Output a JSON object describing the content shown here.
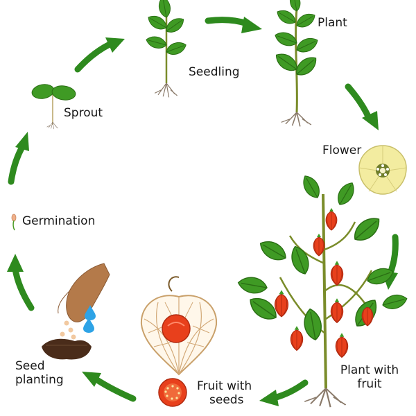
{
  "stages": {
    "seedling": "Seedling",
    "plant": "Plant",
    "flower": "Flower",
    "plant_with_fruit_line1": "Plant with",
    "plant_with_fruit_line2": "fruit",
    "fruit_with_seeds_line1": "Fruit with",
    "fruit_with_seeds_line2": "seeds",
    "seed_planting_line1": "Seed",
    "seed_planting_line2": "planting",
    "germination": "Germination",
    "sprout": "Sprout"
  },
  "colors": {
    "arrow": "#2e8a1e",
    "leaf": "#3f9a24",
    "leaf_dark": "#2a6e14",
    "stem": "#7a8c2a",
    "fruit": "#e8401c",
    "flower": "#f3eca0",
    "seed": "#4a2c1a",
    "water": "#2ea3e6",
    "hand": "#b47a4a"
  }
}
